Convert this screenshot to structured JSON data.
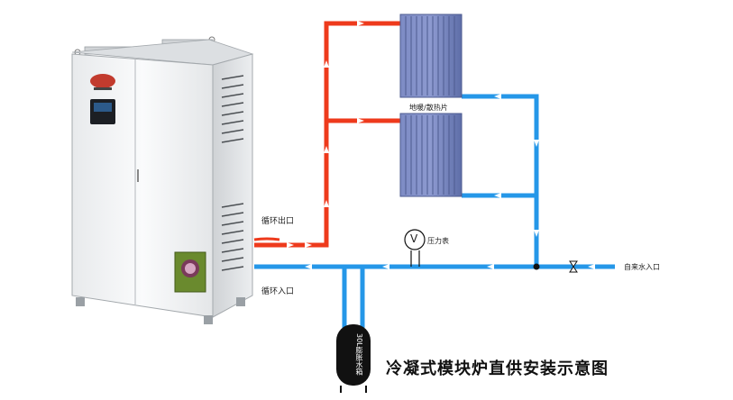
{
  "diagram": {
    "title": "冷凝式模块炉直供安装示意图",
    "labels": {
      "outlet": "循环出口",
      "inlet": "循环入口",
      "radiator": "地暖/散热片",
      "pressure_gauge": "压力表",
      "tap_water_inlet": "自来水入口",
      "expansion_tank": "30L膨胀水箱",
      "gauge_symbol": "V"
    },
    "colors": {
      "hot_pipe": "#ee3a1c",
      "cold_pipe": "#2597e8",
      "boiler_body": "#f2f3f4",
      "radiator": "#6f7fb8",
      "tank": "#111111"
    },
    "icons": {
      "boiler": "boiler-cabinet-icon",
      "radiator": "radiator-icon",
      "gauge": "pressure-gauge-icon",
      "valve": "valve-icon",
      "tank": "expansion-tank-icon"
    }
  }
}
